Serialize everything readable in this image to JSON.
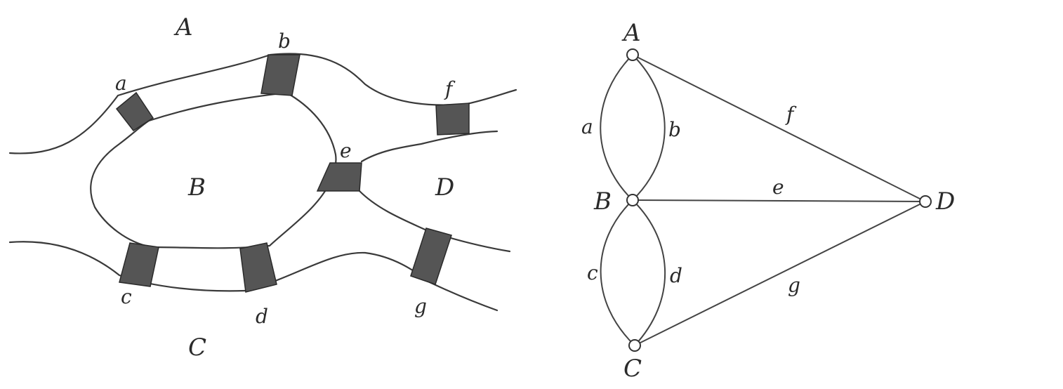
{
  "map": {
    "regions": {
      "A": "A",
      "B": "B",
      "C": "C",
      "D": "D"
    },
    "bridges": {
      "a": "a",
      "b": "b",
      "c": "c",
      "d": "d",
      "e": "e",
      "f": "f",
      "g": "g"
    }
  },
  "graph": {
    "vertices": {
      "A": "A",
      "B": "B",
      "C": "C",
      "D": "D"
    },
    "edges": {
      "a": "a",
      "b": "b",
      "c": "c",
      "d": "d",
      "e": "e",
      "f": "f",
      "g": "g"
    }
  },
  "colors": {
    "ink": "#2a2a2a",
    "bridge_fill": "#555555",
    "background": "#ffffff"
  }
}
